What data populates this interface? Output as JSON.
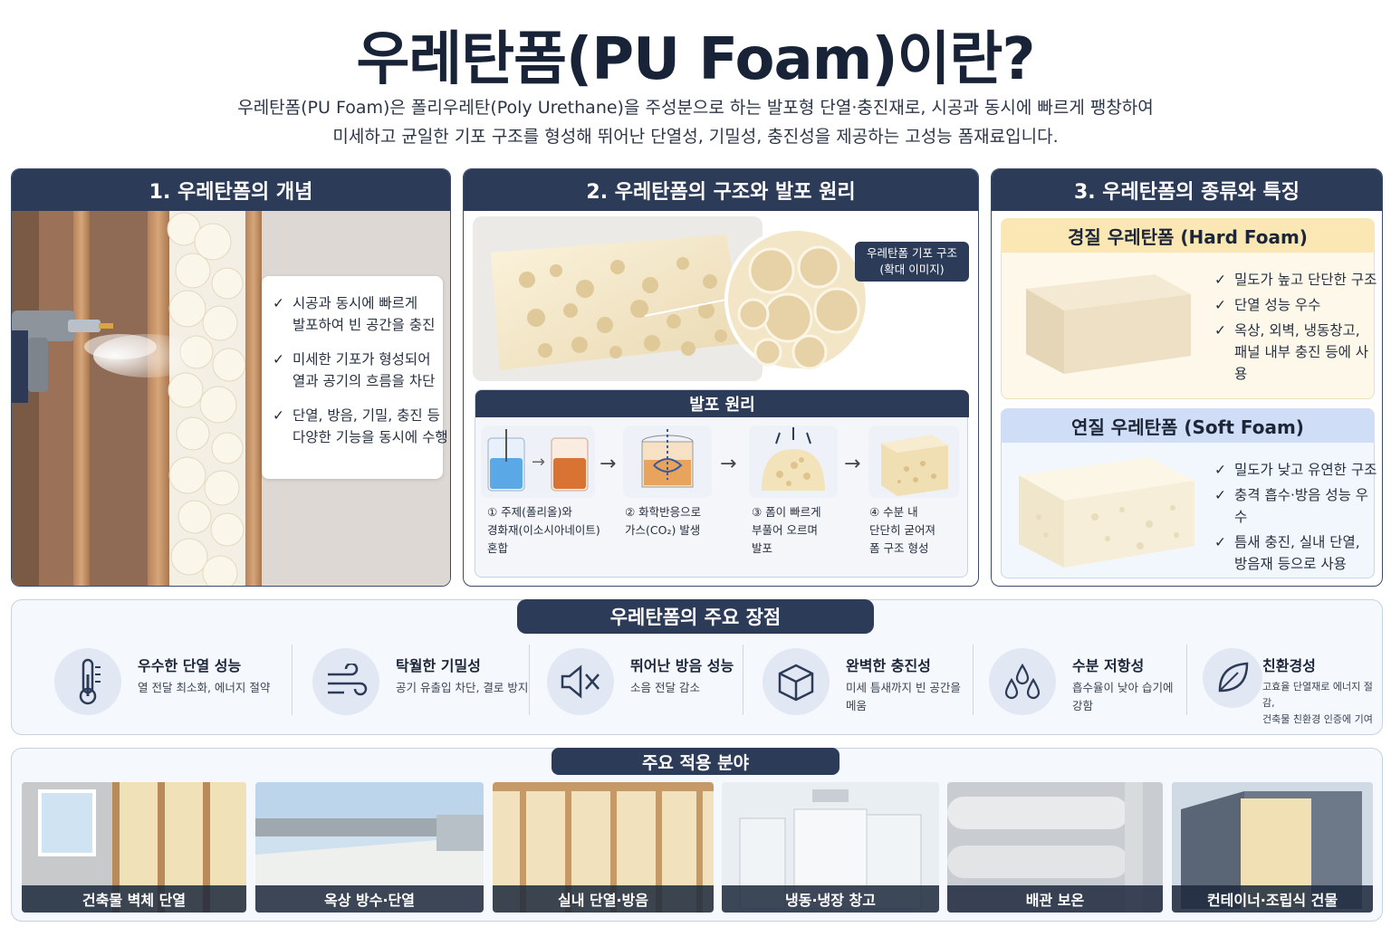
{
  "title": "우레탄폼(PU Foam)이란?",
  "subtitle_line1": "우레탄폼(PU Foam)은 폴리우레탄(Poly Urethane)을 주성분으로 하는 발포형 단열·충진재로, 시공과 동시에 빠르게 팽창하여",
  "subtitle_line2": "미세하고 균일한 기포 구조를 형성해 뛰어난 단열성, 기밀성, 충진성을 제공하는 고성능 폼재료입니다.",
  "section1": {
    "heading": "1. 우레탄폼의 개념",
    "points": [
      "시공과 동시에 빠르게\n발포하여 빈 공간을 충진",
      "미세한 기포가 형성되어\n열과 공기의 흐름을 차단",
      "단열, 방음, 기밀, 충진 등\n다양한 기능을 동시에 수행"
    ]
  },
  "section2": {
    "heading": "2. 우레탄폼의 구조와 발포 원리",
    "zoom_tag": "우레탄폼 기포 구조\n(확대 이미지)",
    "principle_heading": "발포 원리",
    "steps": [
      "① 주제(폴리올)와\n경화재(이소시아네이트)\n혼합",
      "② 화학반응으로\n가스(CO₂) 발생",
      "③ 폼이 빠르게\n부풀어 오르며\n발포",
      "④ 수분 내\n단단히 굳어져\n폼 구조 형성"
    ]
  },
  "section3": {
    "heading": "3. 우레탄폼의 종류와 특징",
    "hard": {
      "title": "경질 우레탄폼 (Hard Foam)",
      "points": [
        "밀도가 높고 단단한 구조",
        "단열 성능 우수",
        "옥상, 외벽, 냉동창고,\n패널 내부 충진 등에 사용"
      ]
    },
    "soft": {
      "title": "연질 우레탄폼 (Soft Foam)",
      "points": [
        "밀도가 낮고 유연한 구조",
        "충격 흡수·방음 성능 우수",
        "틈새 충진, 실내 단열,\n방음재 등으로 사용"
      ]
    }
  },
  "advantages": {
    "heading": "우레탄폼의 주요 장점",
    "items": [
      {
        "title": "우수한 단열 성능",
        "desc": "열 전달 최소화, 에너지 절약",
        "icon": "thermometer-icon"
      },
      {
        "title": "탁월한 기밀성",
        "desc": "공기 유출입 차단, 결로 방지",
        "icon": "wind-icon"
      },
      {
        "title": "뛰어난 방음 성능",
        "desc": "소음 전달 감소",
        "icon": "speaker-mute-icon"
      },
      {
        "title": "완벽한 충진성",
        "desc": "미세 틈새까지 빈 공간을 메움",
        "icon": "cube-icon"
      },
      {
        "title": "수분 저항성",
        "desc": "흡수율이 낮아 습기에 강함",
        "icon": "droplets-icon"
      },
      {
        "title": "친환경성",
        "desc": "고효율 단열재로 에너지 절감,\n건축물 친환경 인증에 기여",
        "icon": "leaf-icon"
      }
    ]
  },
  "applications": {
    "heading": "주요 적용 분야",
    "items": [
      "건축물 벽체 단열",
      "옥상 방수·단열",
      "실내 단열·방음",
      "냉동·냉장 창고",
      "배관 보온",
      "컨테이너·조립식 건물"
    ]
  },
  "colors": {
    "navy": "#2c3b58",
    "hard_header": "#fbe7b4",
    "soft_header": "#cfddf6",
    "foam": "#f5ebcf"
  }
}
